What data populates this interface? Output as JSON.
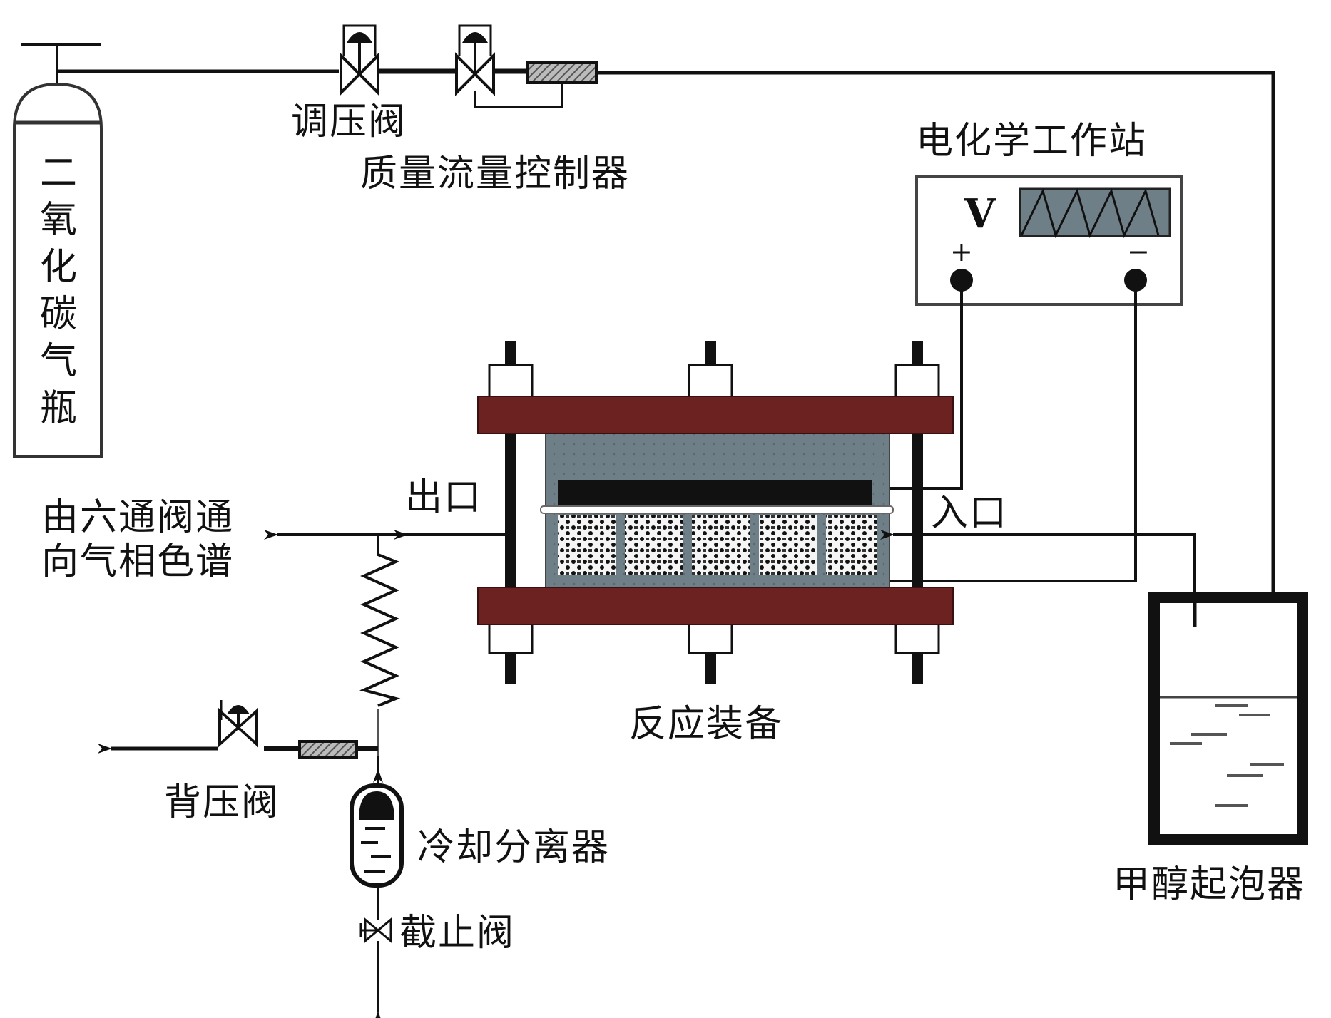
{
  "diagram": {
    "type": "experimental-apparatus-schematic",
    "colors": {
      "line": "#111111",
      "clamp_plate": "#6b2220",
      "reactor_body": "#6f7f88",
      "display": "#6f7f88",
      "mfc_hatch": "#555555"
    },
    "labels": {
      "co2_cylinder": "二氧化碳气瓶",
      "pressure_regulator": "调压阀",
      "mass_flow_controller": "质量流量控制器",
      "electrochemical_workstation": "电化学工作站",
      "voltage_symbol": "V",
      "positive_terminal": "+",
      "negative_terminal": "−",
      "outlet": "出口",
      "inlet": "入口",
      "to_gc_line1": "由六通阀通",
      "to_gc_line2": "向气相色谱",
      "reactor": "反应装备",
      "back_pressure_valve": "背压阀",
      "cooling_separator": "冷却分离器",
      "shutoff_valve": "截止阀",
      "methanol_bubbler": "甲醇起泡器"
    },
    "nodes": [
      {
        "id": "co2_cylinder",
        "label": "二氧化碳气瓶"
      },
      {
        "id": "pressure_regulator",
        "label": "调压阀"
      },
      {
        "id": "mass_flow_controller",
        "label": "质量流量控制器"
      },
      {
        "id": "methanol_bubbler",
        "label": "甲醇起泡器"
      },
      {
        "id": "reactor",
        "label": "反应装备"
      },
      {
        "id": "electrochemical_workstation",
        "label": "电化学工作站"
      },
      {
        "id": "gc_outlet",
        "label": "由六通阀通向气相色谱"
      },
      {
        "id": "cooling_coil",
        "label": ""
      },
      {
        "id": "back_pressure_valve",
        "label": "背压阀"
      },
      {
        "id": "cooling_separator",
        "label": "冷却分离器"
      },
      {
        "id": "shutoff_valve",
        "label": "截止阀"
      }
    ],
    "edges": [
      {
        "from": "co2_cylinder",
        "to": "pressure_regulator"
      },
      {
        "from": "pressure_regulator",
        "to": "mass_flow_controller"
      },
      {
        "from": "mass_flow_controller",
        "to": "methanol_bubbler"
      },
      {
        "from": "methanol_bubbler",
        "to": "reactor",
        "label": "入口"
      },
      {
        "from": "reactor",
        "to": "gc_outlet",
        "label": "出口"
      },
      {
        "from": "reactor",
        "to": "cooling_coil"
      },
      {
        "from": "cooling_coil",
        "to": "back_pressure_valve"
      },
      {
        "from": "cooling_coil",
        "to": "cooling_separator"
      },
      {
        "from": "cooling_separator",
        "to": "shutoff_valve"
      },
      {
        "from": "electrochemical_workstation",
        "to": "reactor",
        "label": "+"
      },
      {
        "from": "electrochemical_workstation",
        "to": "reactor",
        "label": "−"
      }
    ]
  }
}
